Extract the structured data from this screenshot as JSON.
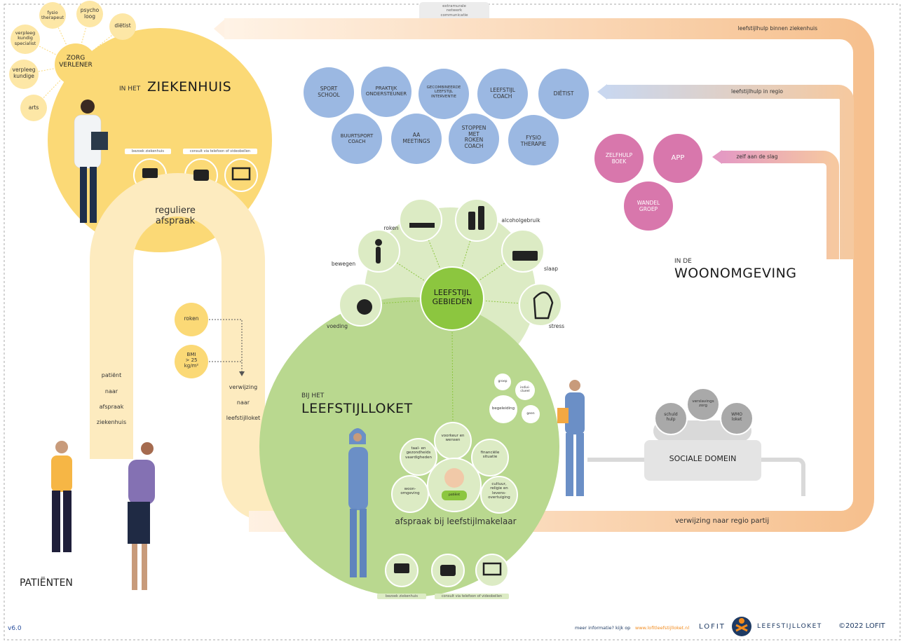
{
  "top_box": "extramurale\nnetwerk\ncommunicatie",
  "hospital": {
    "pre": "IN HET",
    "title": "ZIEKENHUIS",
    "center": "ZORG\nVERLENER",
    "petals": [
      "fysio\ntherapeut",
      "psycho\nloog",
      "diëtist",
      "verpleeg\nkundig\nspecialist",
      "verpleeg\nkundige",
      "arts"
    ],
    "pill_left": "bezoek ziekenhuis",
    "pill_right": "consult via telefoon of videobellen",
    "arch_label": "reguliere\nafspraak"
  },
  "patient_path": [
    "patiënt",
    "naar",
    "afspraak",
    "ziekenhuis"
  ],
  "referral": {
    "smoking": "roken",
    "bmi": "BMI\n> 25\nkg/m²",
    "label": [
      "verwijzing",
      "naar",
      "leefstijlloket"
    ]
  },
  "flows": {
    "binnen": "leefstijlhulp binnen ziekenhuis",
    "regio": "leefstijlhulp in regio",
    "zelf": "zelf aan de slag",
    "regio_partij": "verwijzing naar regio partij",
    "makelaar": "afspraak bij leefstijlmakelaar"
  },
  "region_services": [
    "SPORT\nSCHOOL",
    "PRAKTIJK\nONDERSTEUNER",
    "GECOMBINEERDE\nLEEFSTIJL\nINTERVENTIE",
    "LEEFSTIJL\nCOACH",
    "DIËTIST",
    "BUURTSPORT\nCOACH",
    "AA\nMEETINGS",
    "STOPPEN\nMET\nROKEN\nCOACH",
    "FYSIO\nTHERAPIE"
  ],
  "self_help": [
    "ZELFHULP\nBOEK",
    "APP",
    "WANDEL\nGROEP"
  ],
  "woonomgeving": {
    "pre": "IN DE",
    "title": "WOONOMGEVING"
  },
  "lifestyle": {
    "center": "LEEFSTIJL\nGEBIEDEN",
    "areas": [
      "roken",
      "alcoholgebruik",
      "bewegen",
      "slaap",
      "voeding",
      "stress"
    ]
  },
  "loket": {
    "pre": "BIJ HET",
    "title": "LEEFSTIJLLOKET",
    "factors": [
      "voorkeur en\nwensen",
      "taal- en\ngezondheids\nvaardigheden",
      "financiële\nsituatie",
      "woon-\nomgeving",
      "cultuur,\nreligie en\nlevens-\novertuiging"
    ],
    "patient_tag": "patiënt",
    "guidance": [
      "groep",
      "indivi-\nclueel",
      "begeleiding",
      "geen"
    ],
    "pill_left": "bezoek ziekenhuis",
    "pill_right": "consult via telefoon of videobellen"
  },
  "social": {
    "title": "SOCIALE DOMEIN",
    "clouds": [
      "schuld\nhulp",
      "verslavings\nzorg",
      "WMO\nloket"
    ]
  },
  "patients_label": "PATIËNTEN",
  "footer": {
    "version": "v6.0",
    "info": "meer informatie? kijk op",
    "url": "www.lofitleefstijlloket.nl",
    "brand_left": "LOFIT",
    "brand_right": "LEEFSTIJLLOKET",
    "copyright": "©2022 LOFIT"
  },
  "colors": {
    "hospital": "#fbd976",
    "hospital_light": "#fde7a6",
    "arch": "#fdebbf",
    "green": "#b9d88f",
    "green_light": "#dcebc4",
    "green_dark": "#8cc63f",
    "blue": "#9bb8e2",
    "pink": "#d877ac",
    "orange": "#f6c596",
    "grey": "#e2e2e2"
  }
}
